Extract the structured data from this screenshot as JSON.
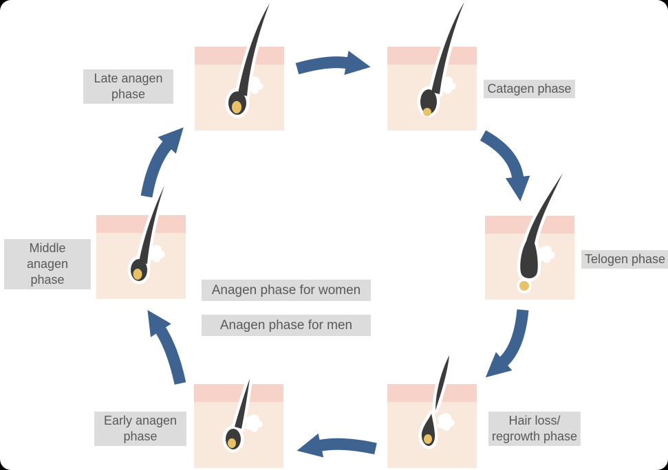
{
  "diagram": "hair-growth-cycle",
  "colors": {
    "background": "#ffffff",
    "arrow": "#3e6390",
    "label_bg": "#dcdcdc",
    "label_text": "#595959",
    "skin_dermis": "#f9e9dd",
    "skin_epidermis": "#f7d2c8",
    "hair": "#3b3b3b",
    "hair_outline": "#ffffff",
    "papilla": "#e9c169"
  },
  "phases": [
    {
      "id": "late-anagen",
      "label": "Late anagen\nphase"
    },
    {
      "id": "catagen",
      "label": "Catagen phase"
    },
    {
      "id": "telogen",
      "label": "Telogen phase"
    },
    {
      "id": "hair-loss-regrowth",
      "label": "Hair loss/\nregrowth phase"
    },
    {
      "id": "early-anagen",
      "label": "Early anagen\nphase"
    },
    {
      "id": "middle-anagen",
      "label": "Middle anagen\nphase"
    }
  ],
  "center": {
    "women": "Anagen phase for women",
    "men": "Anagen phase for men"
  }
}
